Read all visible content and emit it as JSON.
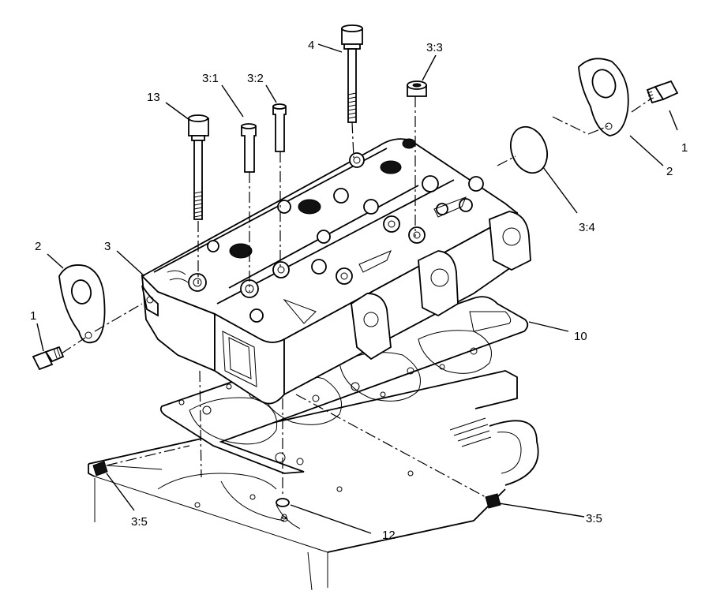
{
  "callouts": {
    "c13": "13",
    "c3_1": "3:1",
    "c3_2": "3:2",
    "c4": "4",
    "c3_3": "3:3",
    "c1_right": "1",
    "c2_right": "2",
    "c3_4": "3:4",
    "c2_left": "2",
    "c3": "3",
    "c1_left": "1",
    "c10": "10",
    "c3_5_left": "3:5",
    "c3_5_right": "3:5",
    "c12": "12"
  },
  "colors": {
    "line": "#000000",
    "background": "#ffffff"
  }
}
